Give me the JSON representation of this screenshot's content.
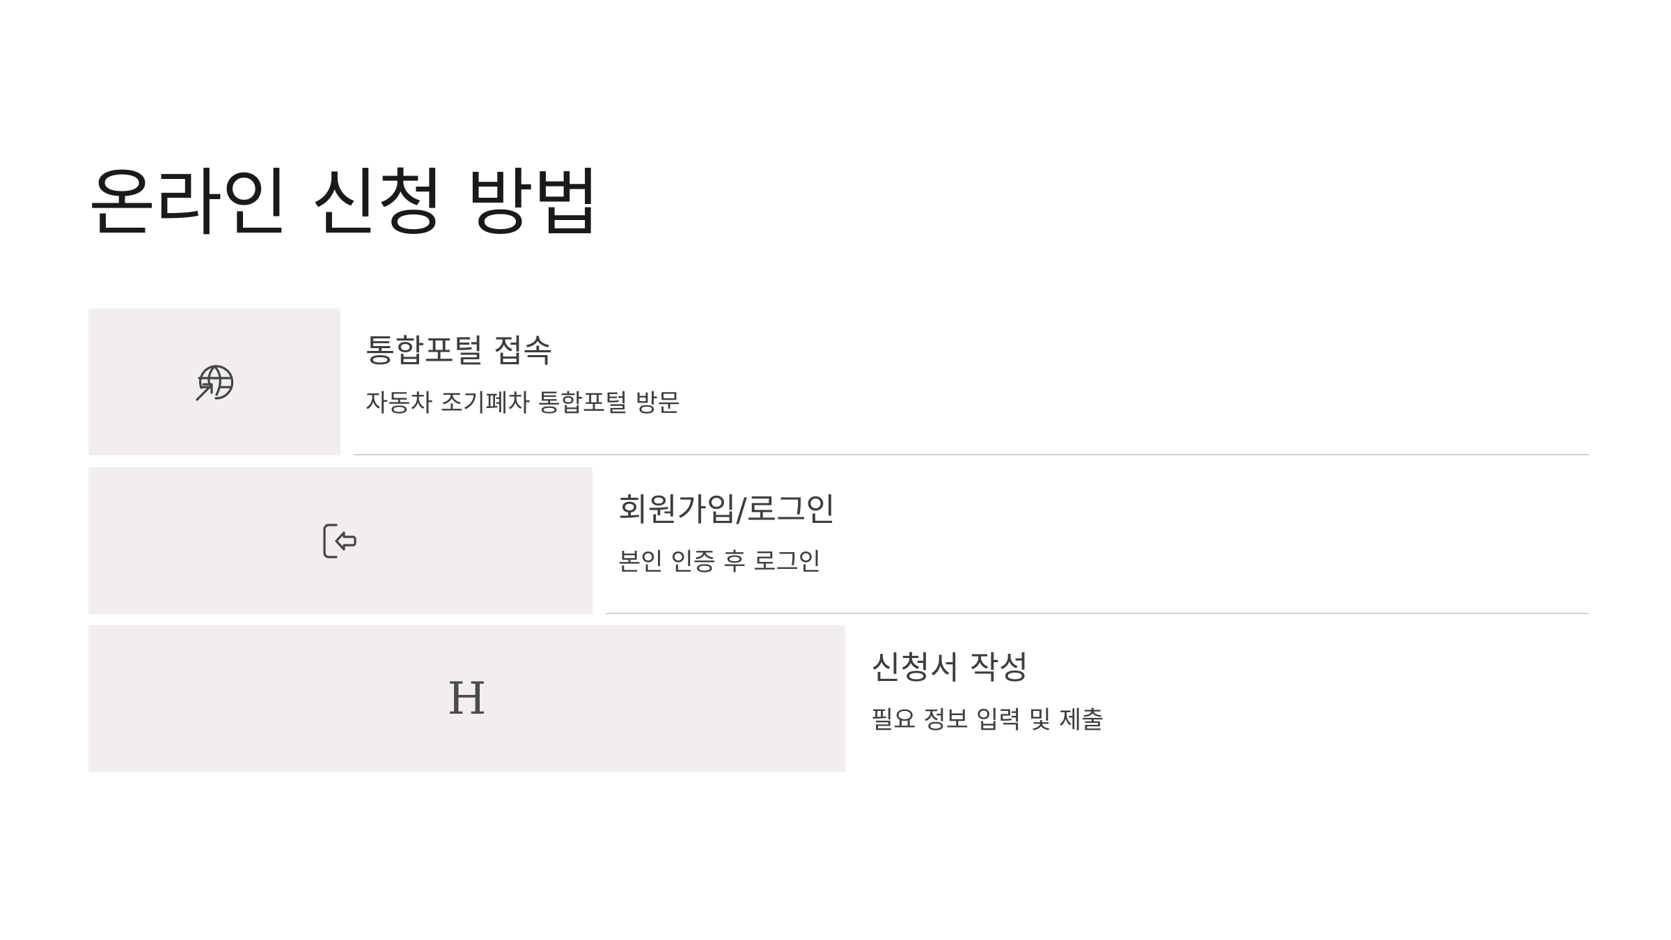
{
  "title": "온라인 신청 방법",
  "steps": [
    {
      "icon": "globe-arrow-icon",
      "heading": "통합포털 접속",
      "description": "자동차 조기폐차 통합포털 방문"
    },
    {
      "icon": "login-icon",
      "heading": "회원가입/로그인",
      "description": "본인 인증 후 로그인"
    },
    {
      "icon": "letter-h-icon",
      "icon_text": "H",
      "heading": "신청서 작성",
      "description": "필요 정보 입력 및 제출"
    }
  ],
  "colors": {
    "box_background": "#f1eeed",
    "divider": "#d2cfce",
    "text": "#3d3d3d",
    "title": "#1a1a1a"
  }
}
